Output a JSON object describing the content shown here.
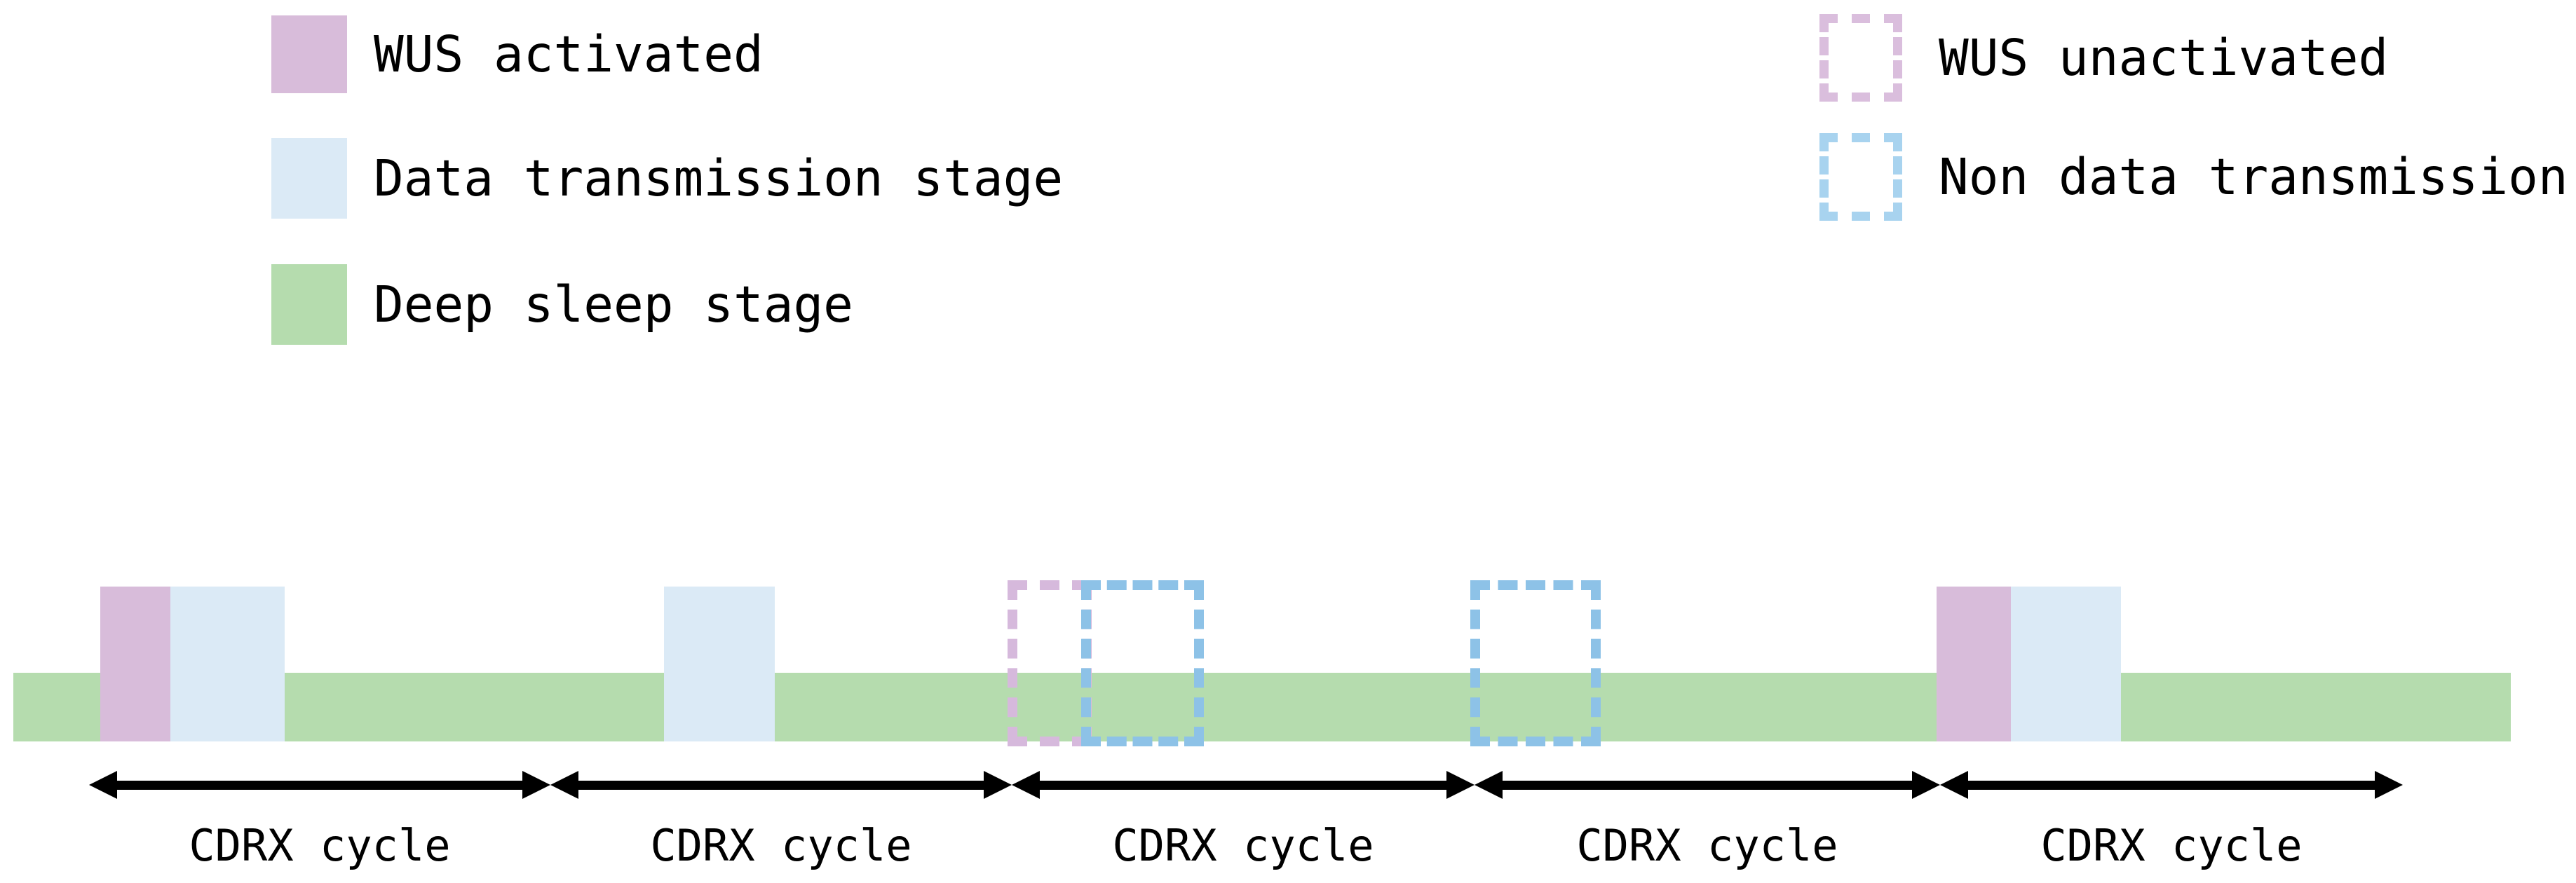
{
  "legend_left": {
    "items": [
      {
        "label": "WUS activated",
        "swatch": "solid",
        "color": "#d8bcda"
      },
      {
        "label": "Data transmission stage",
        "swatch": "solid",
        "color": "#dbeaf6"
      },
      {
        "label": "Deep sleep stage",
        "swatch": "solid",
        "color": "#b5dcae"
      }
    ]
  },
  "legend_right": {
    "items": [
      {
        "label": "WUS unactivated",
        "swatch": "dashed",
        "color": "#dabedd"
      },
      {
        "label": "Non data transmission",
        "swatch": "dashed",
        "color": "#a8d3ef"
      }
    ]
  },
  "timeline": {
    "deep_sleep_band": {
      "meaning": "Deep sleep stage",
      "color": "#b5dcae"
    },
    "cycles": [
      {
        "label": "CDRX cycle",
        "events": [
          "WUS activated",
          "Data transmission stage"
        ]
      },
      {
        "label": "CDRX cycle",
        "events": [
          "Data transmission stage"
        ]
      },
      {
        "label": "CDRX cycle",
        "events": [
          "WUS unactivated",
          "Non data transmission"
        ]
      },
      {
        "label": "CDRX cycle",
        "events": [
          "Non data transmission"
        ]
      },
      {
        "label": "CDRX cycle",
        "events": [
          "WUS activated",
          "Data transmission stage"
        ]
      }
    ]
  },
  "colors": {
    "wus_activated": "#d8bcda",
    "data_transmission": "#dbeaf6",
    "deep_sleep": "#b5dcae",
    "wus_unactivated_dash": "#d6b9dc",
    "non_data_transmission_dash": "#8dc2e7",
    "arrow": "#000000"
  }
}
